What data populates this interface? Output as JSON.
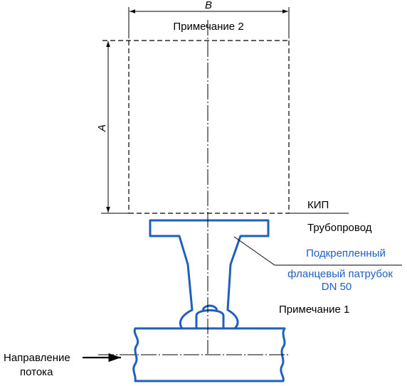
{
  "labels": {
    "dim_b": "B",
    "dim_a": "A",
    "note2": "Примечание 2",
    "kip": "КИП",
    "pipeline": "Трубопровод",
    "nozzle_line1": "Подкрепленный",
    "nozzle_line2": "фланцевый патрубок",
    "nozzle_line3": "DN 50",
    "note1": "Примечание 1",
    "flow_line1": "Направление",
    "flow_line2": "потока"
  },
  "colors": {
    "part_stroke": "#1f5fc0",
    "part_fill": "#ffffff",
    "callout_text": "#1f5fc0",
    "line": "#000000"
  }
}
